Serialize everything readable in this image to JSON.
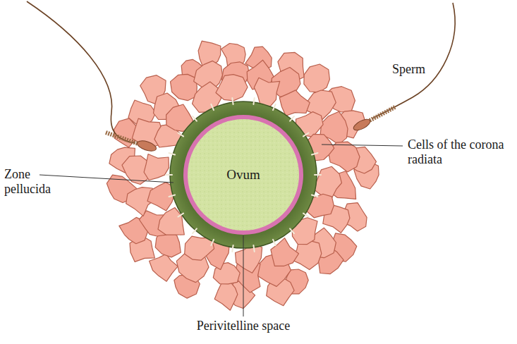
{
  "diagram": {
    "nodes": [
      {
        "text": [
          "Ovum"
        ]
      }
    ],
    "labels": [
      "Sperm",
      "Cells of the corona radiata",
      "Zone pellucida",
      "Perivitelline space"
    ]
  }
}
